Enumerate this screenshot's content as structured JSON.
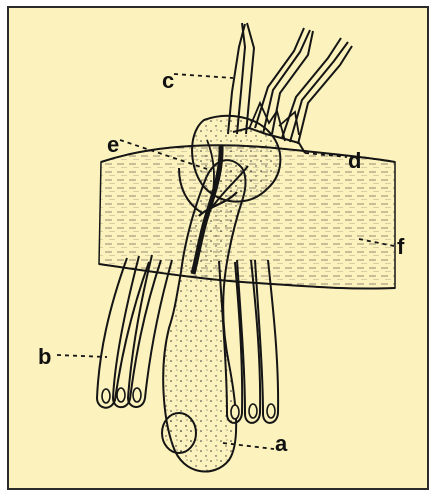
{
  "figure": {
    "background_color": "#fbf2bd",
    "border_color": "#2b2b2b",
    "line_color": "#151515",
    "labels": {
      "a": "a",
      "b": "b",
      "c": "c",
      "d": "d",
      "e": "e",
      "f": "f"
    }
  }
}
